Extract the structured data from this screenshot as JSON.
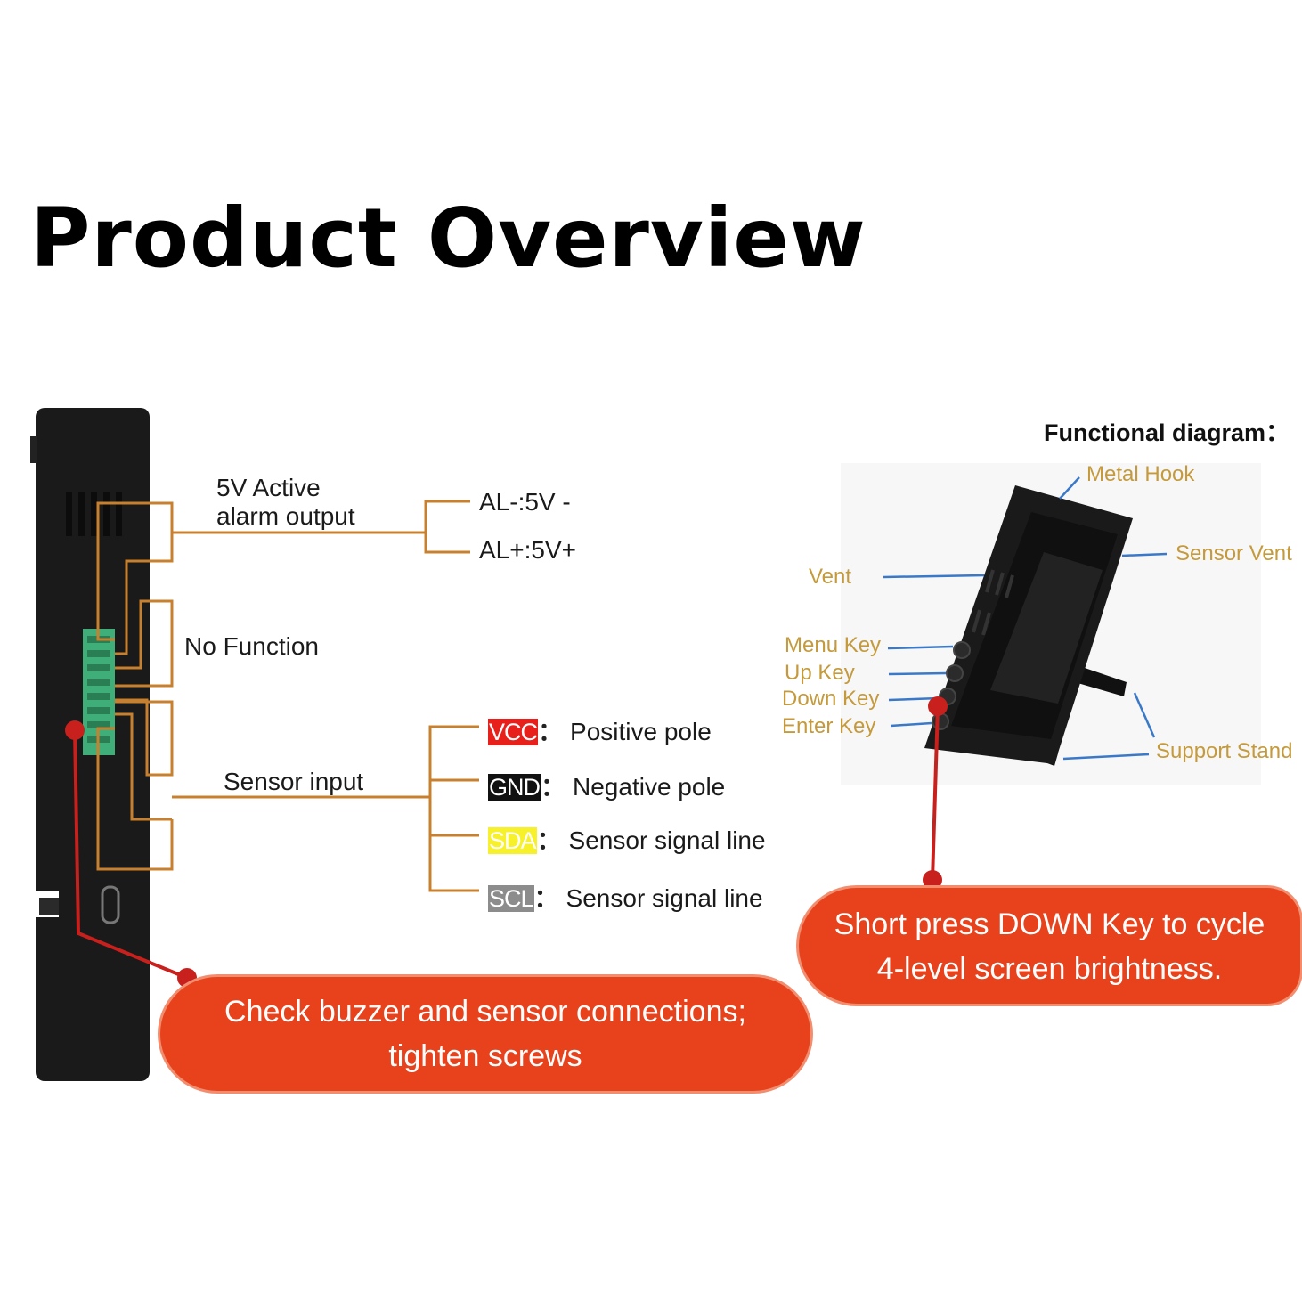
{
  "title": "Product Overview",
  "wiring": {
    "alarm_label_1": "5V Active",
    "alarm_label_2": "alarm output",
    "al_minus": "AL-:5V -",
    "al_plus": "AL+:5V+",
    "no_function": "No Function",
    "sensor_input": "Sensor input",
    "pins": [
      {
        "code": "VCC",
        "desc": "Positive pole",
        "bg": "#e8201c",
        "fg": "#ffffff"
      },
      {
        "code": "GND",
        "desc": "Negative pole",
        "bg": "#111111",
        "fg": "#ffffff"
      },
      {
        "code": "SDA",
        "desc": "Sensor signal line",
        "bg": "#f6f12a",
        "fg": "#ffffff"
      },
      {
        "code": "SCL",
        "desc": "Sensor signal line",
        "bg": "#8c8c8c",
        "fg": "#ffffff"
      }
    ],
    "colon": "："
  },
  "functional": {
    "title": "Functional diagram：",
    "metal_hook": "Metal Hook",
    "sensor_vent": "Sensor Vent",
    "vent": "Vent",
    "menu_key": "Menu Key",
    "up_key": "Up Key",
    "down_key": "Down Key",
    "enter_key": "Enter Key",
    "support_stand": "Support Stand"
  },
  "callouts": {
    "left_line1": "Check buzzer and sensor connections;",
    "left_line2": "tighten screws",
    "right_line1": "Short press DOWN Key to cycle",
    "right_line2": "4-level screen brightness."
  },
  "colors": {
    "wire": "#c8802e",
    "callout": "#e8421c",
    "pointer": "#c8201c",
    "func_label": "#c49a3c",
    "func_line": "#3a78c8",
    "terminal": "#3fae78"
  }
}
